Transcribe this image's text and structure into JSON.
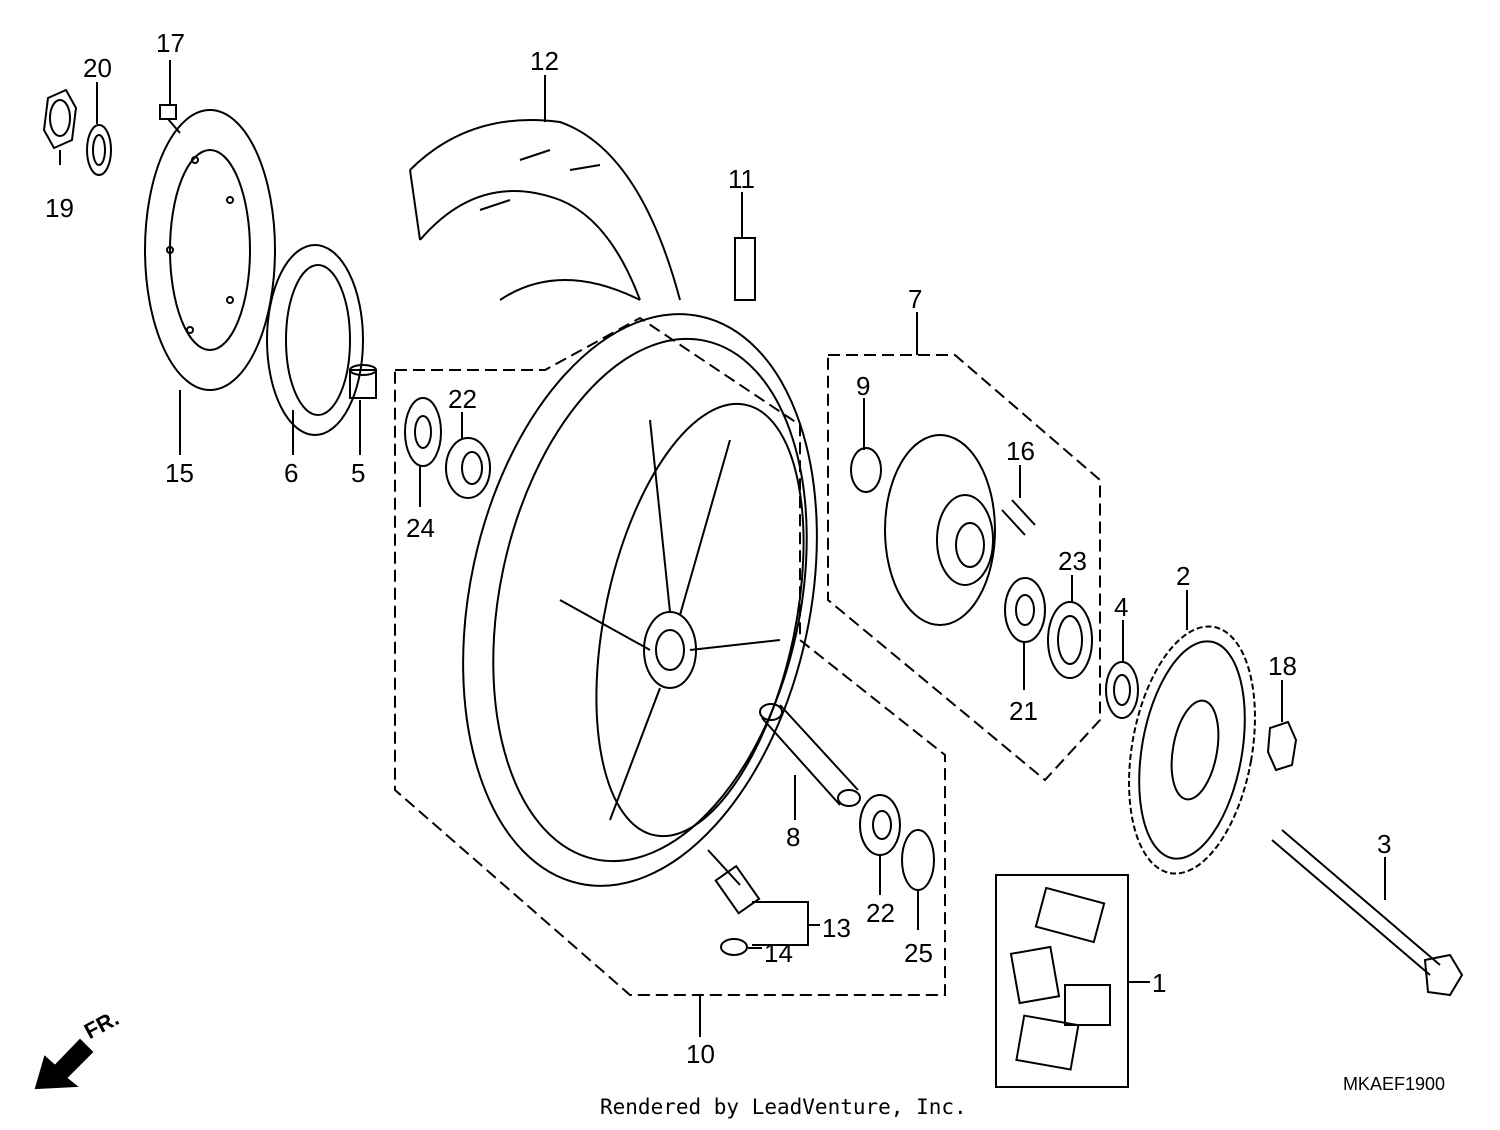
{
  "diagram": {
    "code": "MKAEF1900",
    "credit": "Rendered by LeadVenture, Inc.",
    "direction_label": "FR.",
    "callouts": {
      "p1": "1",
      "p2": "2",
      "p3": "3",
      "p4": "4",
      "p5": "5",
      "p6": "6",
      "p7": "7",
      "p8": "8",
      "p9": "9",
      "p10": "10",
      "p11": "11",
      "p12": "12",
      "p13": "13",
      "p14": "14",
      "p15": "15",
      "p16": "16",
      "p17": "17",
      "p18": "18",
      "p19": "19",
      "p20": "20",
      "p21": "21",
      "p22a": "22",
      "p22b": "22",
      "p23": "23",
      "p24": "24",
      "p25": "25"
    }
  }
}
